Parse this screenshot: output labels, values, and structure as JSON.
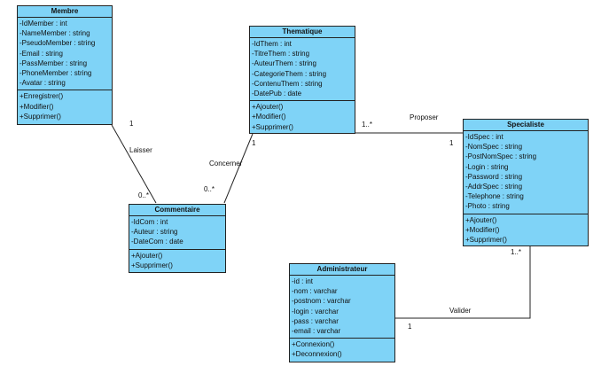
{
  "classes": {
    "membre": {
      "name": "Membre",
      "attributes": [
        "-IdMember : int",
        "-NameMember : string",
        "-PseudoMember : string",
        "-Email : string",
        "-PassMember : string",
        "-PhoneMember : string",
        "-Avatar : string"
      ],
      "operations": [
        "+Enregistrer()",
        "+Modifier()",
        "+Supprimer()"
      ]
    },
    "thematique": {
      "name": "Thematique",
      "attributes": [
        "-IdThem : int",
        "-TitreThem : string",
        "-AuteurThem : string",
        "-CategorieThem : string",
        "-ContenuThem : string",
        "-DatePub : date"
      ],
      "operations": [
        "+Ajouter()",
        "+Modifier()",
        "+Supprimer()"
      ]
    },
    "specialiste": {
      "name": "Specialiste",
      "attributes": [
        "-IdSpec : int",
        "-NomSpec : string",
        "-PostNomSpec : string",
        "-Login : string",
        "-Password : string",
        "-AddrSpec : string",
        "-Telephone : string",
        "-Photo : string"
      ],
      "operations": [
        "+Ajouter()",
        "+Modifier()",
        "+Supprimer()"
      ]
    },
    "commentaire": {
      "name": "Commentaire",
      "attributes": [
        "-IdCom : int",
        "-Auteur : string",
        "-DateCom : date"
      ],
      "operations": [
        "+Ajouter()",
        "+Supprimer()"
      ]
    },
    "administrateur": {
      "name": "Administrateur",
      "attributes": [
        "-id : int",
        "-nom : varchar",
        "-postnom : varchar",
        "-login : varchar",
        "-pass : varchar",
        "-email : varchar"
      ],
      "operations": [
        "+Connexion()",
        "+Deconnexion()"
      ]
    }
  },
  "associations": {
    "laisser": {
      "name": "Laisser",
      "mult_a": "1",
      "mult_b": "0..*"
    },
    "concerner": {
      "name": "Concerner",
      "mult_a": "1",
      "mult_b": "0..*"
    },
    "proposer": {
      "name": "Proposer",
      "mult_a": "1..*",
      "mult_b": "1"
    },
    "valider": {
      "name": "Valider",
      "mult_a": "1..*",
      "mult_b": "1"
    }
  }
}
